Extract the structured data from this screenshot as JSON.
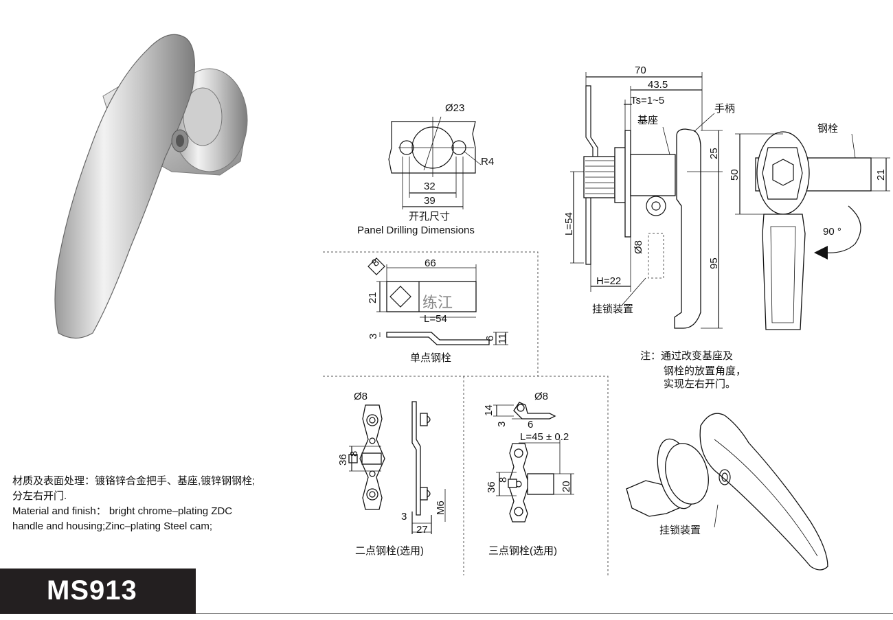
{
  "drilling": {
    "diameter": "Ø23",
    "radius": "R4",
    "width_inner": "32",
    "width_outer": "39",
    "title_zh": "开孔尺寸",
    "title_en": "Panel Drilling Dimensions"
  },
  "side_view": {
    "dim_70": "70",
    "dim_43_5": "43.5",
    "dim_ts": "Ts=1~5",
    "label_base": "基座",
    "label_handle": "手柄",
    "dim_25": "25",
    "dim_95": "95",
    "dim_l54": "L=54",
    "dim_h22": "H=22",
    "dim_d8": "Ø8",
    "label_padlock": "挂锁装置"
  },
  "front_view": {
    "label_cam": "钢栓",
    "dim_50": "50",
    "dim_21": "21",
    "angle": "90 °"
  },
  "note": {
    "line1": "注：通过改变基座及",
    "line2": "钢栓的放置角度，",
    "line3": "实现左右开门。"
  },
  "single_cam": {
    "dim_8": "8",
    "dim_66": "66",
    "dim_21": "21",
    "watermark": "练江",
    "dim_l54": "L=54",
    "dim_3": "3",
    "dim_6": "6",
    "dim_11": "11",
    "title": "单点钢栓"
  },
  "two_point": {
    "dim_d8": "Ø8",
    "dim_36": "36",
    "dim_8": "8",
    "dim_3": "3",
    "dim_m6": "M6",
    "dim_27": "27",
    "title": "二点钢栓(选用)"
  },
  "three_point": {
    "dim_d8": "Ø8",
    "dim_14": "14",
    "dim_3": "3",
    "dim_6": "6",
    "dim_l45": "L=45 ± 0.2",
    "dim_36": "36",
    "dim_8": "8",
    "dim_20": "20",
    "title": "三点钢栓(选用)"
  },
  "iso_view": {
    "label_padlock": "挂锁装置"
  },
  "material": {
    "zh_line1": "材质及表面处理：镀铬锌合金把手、基座,镀锌钢钢栓;",
    "zh_line2": "分左右开门.",
    "en_line1": "Material  and  finish：  bright  chrome–plating  ZDC",
    "en_line2": "handle and housing;Zinc–plating Steel cam;"
  },
  "model": "MS913"
}
